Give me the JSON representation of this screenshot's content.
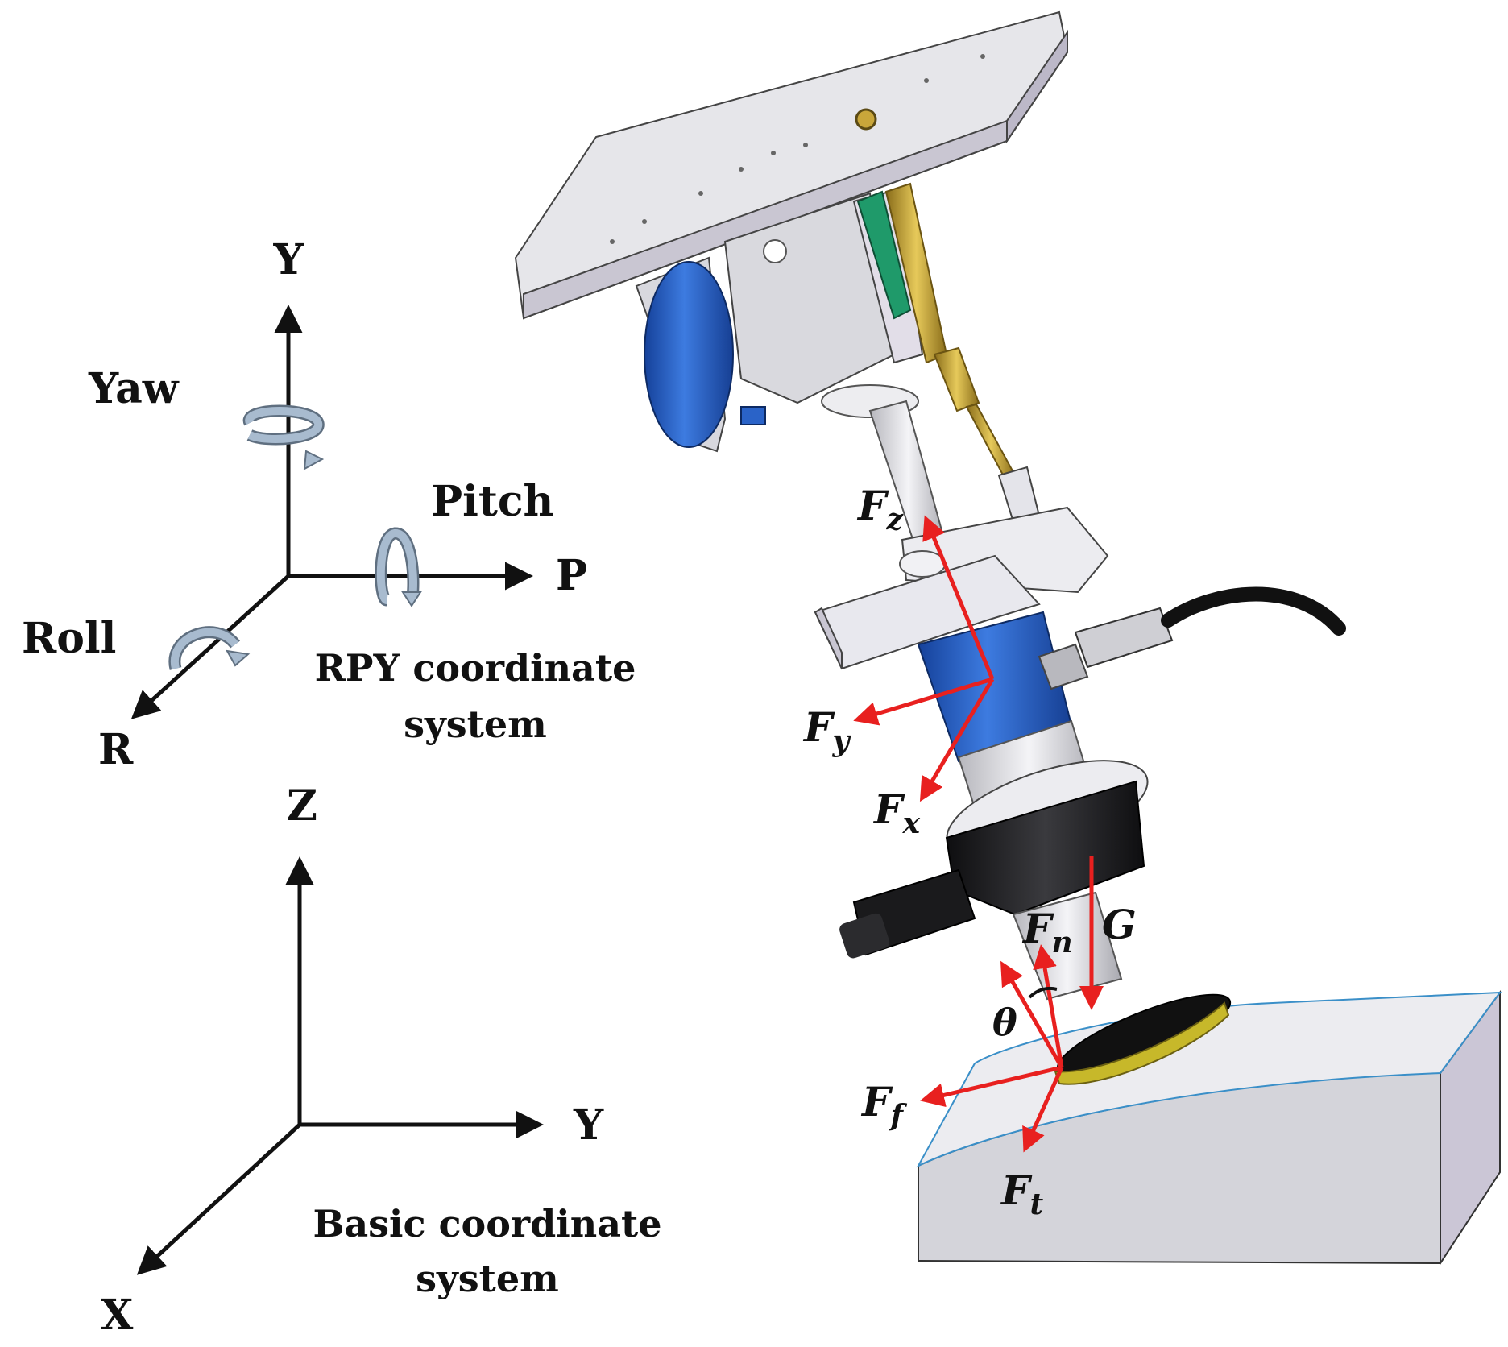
{
  "rpy_system": {
    "axis_y": "Y",
    "axis_p": "P",
    "axis_r": "R",
    "yaw_label": "Yaw",
    "pitch_label": "Pitch",
    "roll_label": "Roll",
    "caption_line1": "RPY coordinate",
    "caption_line2": "system"
  },
  "basic_system": {
    "axis_z": "Z",
    "axis_y": "Y",
    "axis_x": "X",
    "caption_line1": "Basic coordinate",
    "caption_line2": "system"
  },
  "forces": {
    "fz": {
      "symbol": "F",
      "sub": "z"
    },
    "fy": {
      "symbol": "F",
      "sub": "y"
    },
    "fx": {
      "symbol": "F",
      "sub": "x"
    },
    "fn": {
      "symbol": "F",
      "sub": "n"
    },
    "g": "G",
    "theta": "θ",
    "ff": {
      "symbol": "F",
      "sub": "f"
    },
    "ft": {
      "symbol": "F",
      "sub": "t"
    }
  },
  "colors": {
    "force_arrow": "#e8201f",
    "axis": "#111111",
    "rotation_arrow": "#8ea5bd",
    "motor_blue": "#2a63c8",
    "sensor_blue": "#1f5fc4",
    "green_part": "#1f9a6a",
    "brass": "#c9a63a",
    "plate": "#e6e6ea",
    "workpiece": "#d6d6dc",
    "pad_yellow": "#c7b82a"
  }
}
